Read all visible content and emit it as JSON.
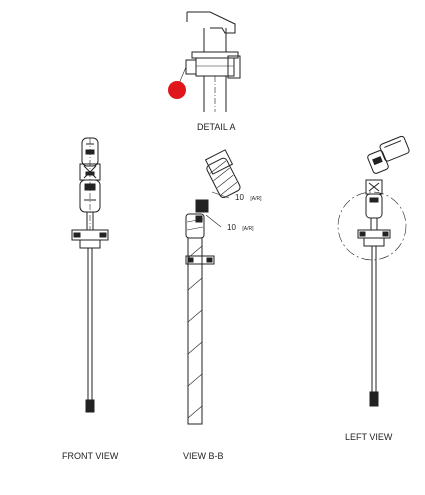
{
  "labels": {
    "detail": "DETAIL  A",
    "front": "FRONT VIEW",
    "viewbb": "VIEW B-B",
    "left": "LEFT VIEW"
  },
  "callouts": {
    "upper": {
      "number": "10",
      "suffix": "[A/R]"
    },
    "lower": {
      "number": "10",
      "suffix": "[A/R]"
    }
  },
  "colors": {
    "marker": "#e0161b",
    "line": "#222222"
  }
}
